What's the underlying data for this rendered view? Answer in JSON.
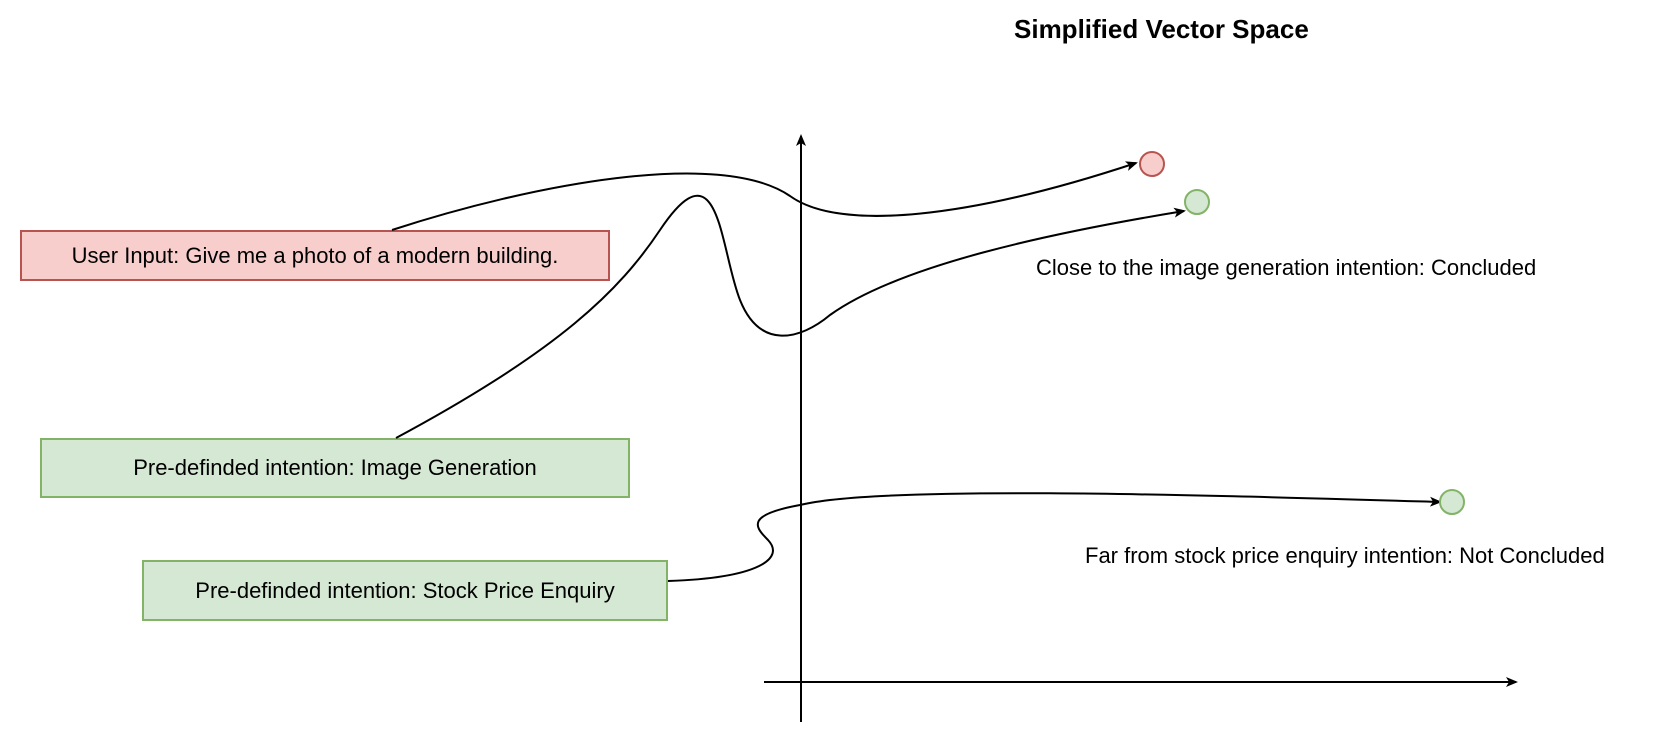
{
  "diagram": {
    "title": "Simplified Vector Space",
    "user_input_box": {
      "text": "User Input: Give me a photo of a modern building.",
      "fill": "#f8cecc",
      "stroke": "#b85450"
    },
    "intention_image_box": {
      "text": "Pre-definded intention: Image Generation",
      "fill": "#d5e8d4",
      "stroke": "#82b366"
    },
    "intention_stock_box": {
      "text": "Pre-definded intention: Stock Price Enquiry",
      "fill": "#d5e8d4",
      "stroke": "#82b366"
    },
    "result_close_label": "Close to the image generation intention: Concluded",
    "result_far_label": "Far from stock price enquiry intention: Not Concluded",
    "points": [
      {
        "name": "user-input-point",
        "color": "#f8cecc",
        "stroke": "#b85450"
      },
      {
        "name": "image-intention-point",
        "color": "#d5e8d4",
        "stroke": "#82b366"
      },
      {
        "name": "stock-intention-point",
        "color": "#d5e8d4",
        "stroke": "#82b366"
      }
    ]
  }
}
